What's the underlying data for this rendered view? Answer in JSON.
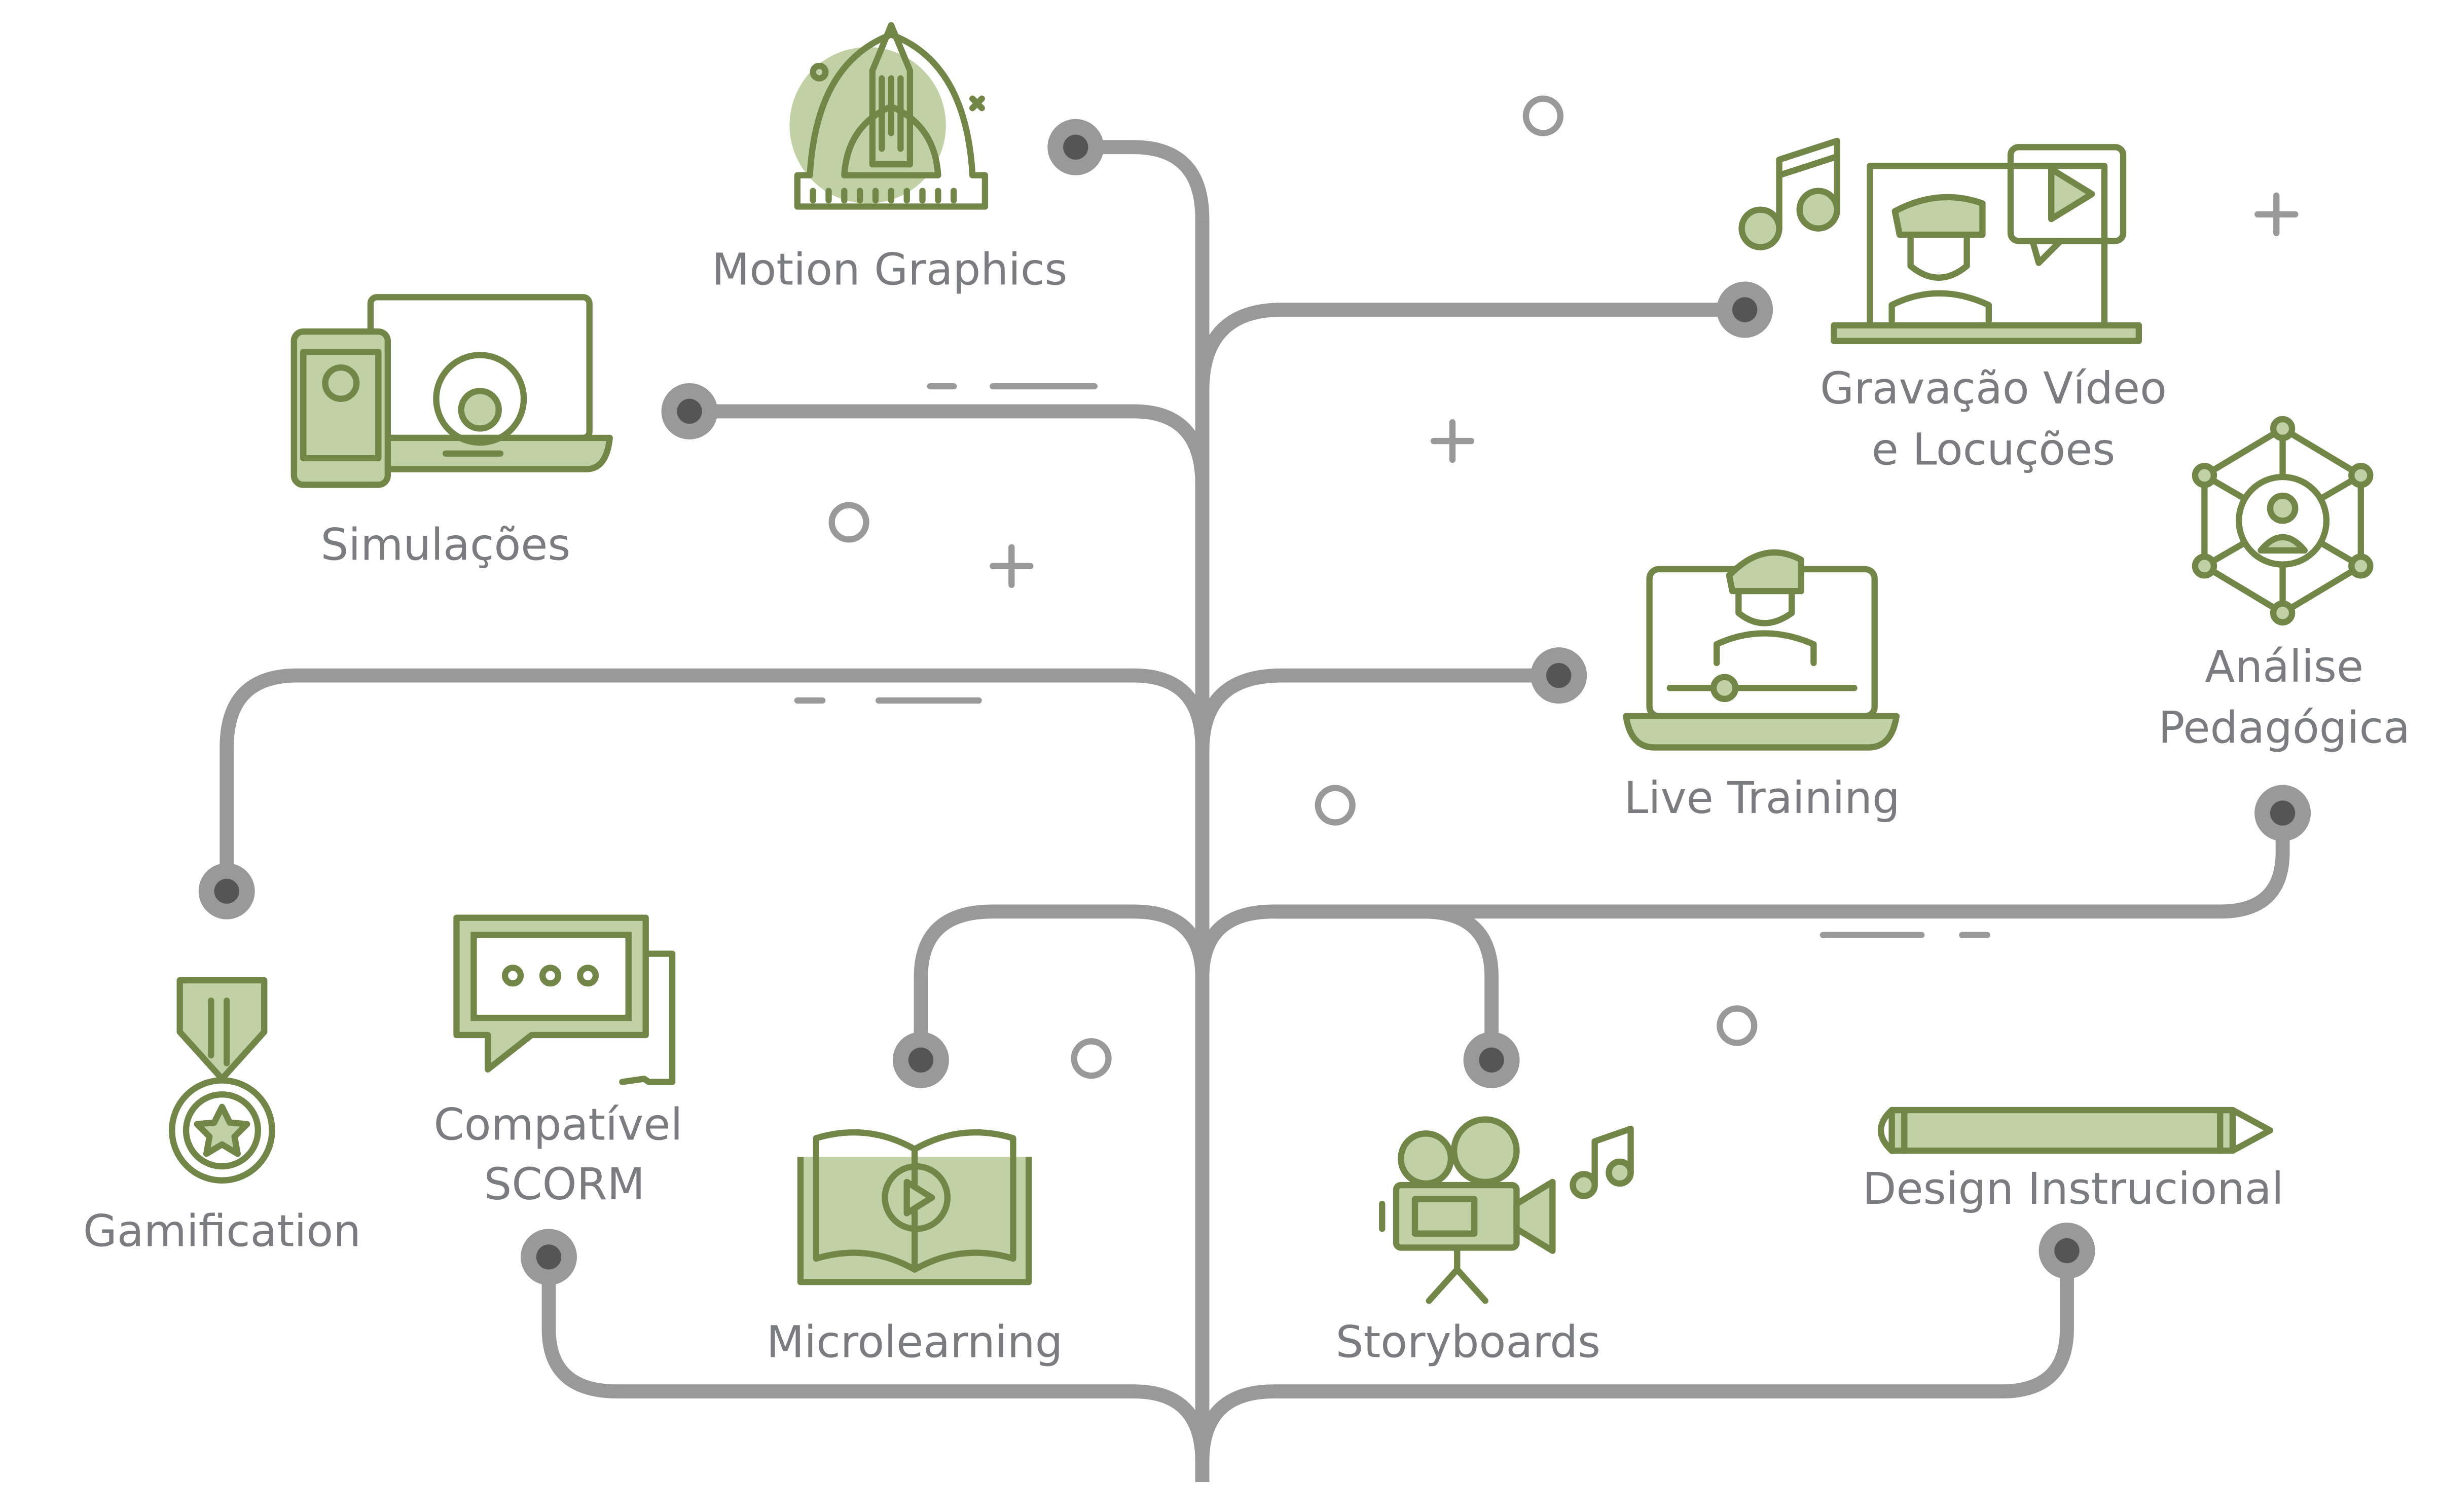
{
  "labels": {
    "motion_graphics": "Motion Graphics",
    "simulacoes": "Simulações",
    "gravacao_line1": "Gravação Vídeo",
    "gravacao_line2": "e Locuções",
    "live_training": "Live Training",
    "analise_line1": "Análise",
    "analise_line2": "Pedagógica",
    "gamification": "Gamification",
    "compativel_line1": "Compatível",
    "compativel_line2": "SCORM",
    "microlearning": "Microlearning",
    "storyboards": "Storyboards",
    "design_instrucional": "Design Instrucional"
  },
  "colors": {
    "branch": "#999999",
    "node_core": "#555555",
    "icon_stroke": "#718647",
    "icon_fill": "#c2d0a6",
    "text": "#7b7c80"
  }
}
